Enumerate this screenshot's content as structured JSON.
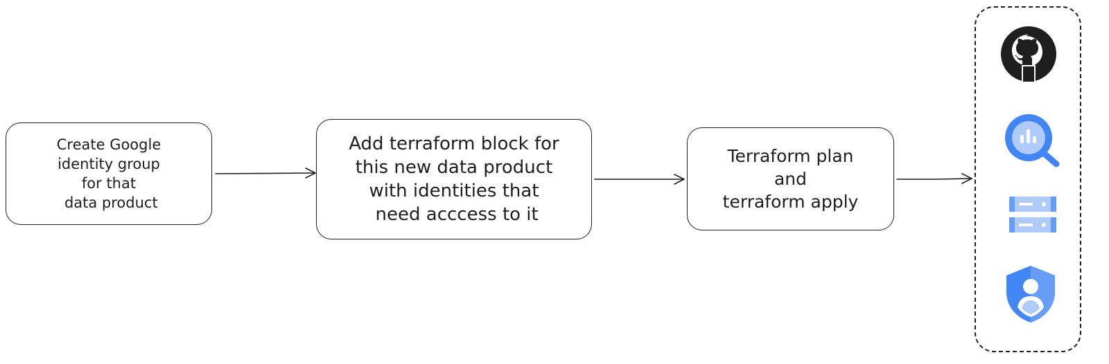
{
  "steps": [
    {
      "lines": [
        "Create Google",
        "identity group",
        "for that",
        " data product"
      ]
    },
    {
      "lines": [
        "Add terraform block for",
        "this new data product",
        "with identities that",
        " need acccess to it"
      ]
    },
    {
      "lines": [
        "Terraform plan",
        "and",
        "terraform apply"
      ]
    }
  ],
  "targets": {
    "icons": [
      "github-icon",
      "bigquery-icon",
      "storage-icon",
      "identity-shield-icon"
    ]
  },
  "colors": {
    "stroke": "#1e1e1e",
    "google_blue": "#4285f4",
    "google_blue_light": "#aecbfa",
    "google_blue_mid": "#669df6"
  }
}
